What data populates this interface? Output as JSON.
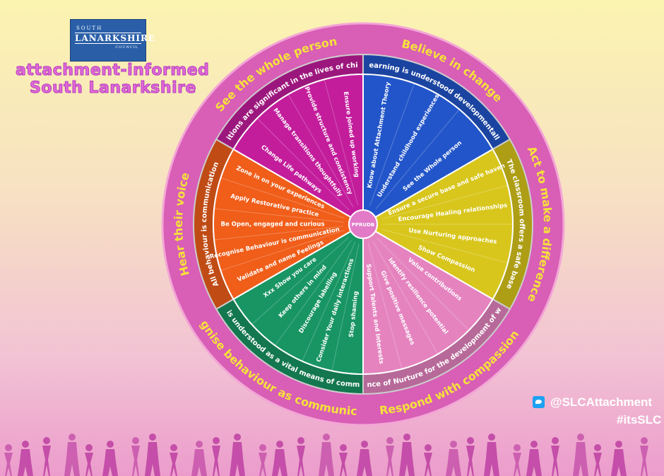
{
  "logo": {
    "line1": "SOUTH",
    "line2": "LANARKSHIRE",
    "line3": "COUNCIL"
  },
  "brand": {
    "line1": "attachment-informed",
    "line2": "South Lanarkshire"
  },
  "center_label": "PPRUDB",
  "sections": [
    {
      "id": "believe",
      "title": "Believe in change",
      "rim_text": "Learning is understood developmentally",
      "color": "#2255c9",
      "items": [
        "Know about Attachment Theory",
        "Understand childhood experiences",
        "See the Whole person"
      ]
    },
    {
      "id": "act",
      "title": "Act to make a difference",
      "rim_text": "The classroom offers a safe base",
      "color": "#d8c61c",
      "items": [
        "Ensure a secure base and safe haven",
        "Encourage Healing relationships",
        "Use Nurturing approaches",
        "Show Compassion"
      ]
    },
    {
      "id": "respond",
      "title": "Respond with compassion",
      "rim_text": "Importance of Nurture for the development of wellbeing",
      "color": "#e583bf",
      "items": [
        "Value contributions",
        "Identify resilience potential",
        "Give positive messages",
        "Support Talents and Interests"
      ]
    },
    {
      "id": "recognise",
      "title": "Recognise behaviour as communication",
      "rim_text": "Language is understood as a vital means of communication",
      "color": "#189563",
      "items": [
        "Stop shaming",
        "Consider Your daily interactions",
        "Discourage labelling",
        "Keep others in mind",
        "Xxx Show you care"
      ]
    },
    {
      "id": "hear",
      "title": "Hear their voice",
      "rim_text": "All behaviour is communication",
      "color": "#f05e1a",
      "items": [
        "Validate and name Feelings",
        "Recognise Behaviour is communication",
        "Be Open, engaged and curious",
        "Apply Restorative practice",
        "Zone in on your experiences"
      ]
    },
    {
      "id": "see",
      "title": "See the whole person",
      "rim_text": "Transitions are significant in the lives of children",
      "color": "#c31d9c",
      "items": [
        "Change Life pathways",
        "Manage transitions thoughtfully",
        "Provide structure and consistency",
        "Ensure Joined up working"
      ]
    }
  ],
  "outer_ring_color": "#d85eb6",
  "title_color": "#f6e23a",
  "social": {
    "handle": "@SLCAttachment",
    "hashtag": "#itsSLC"
  }
}
